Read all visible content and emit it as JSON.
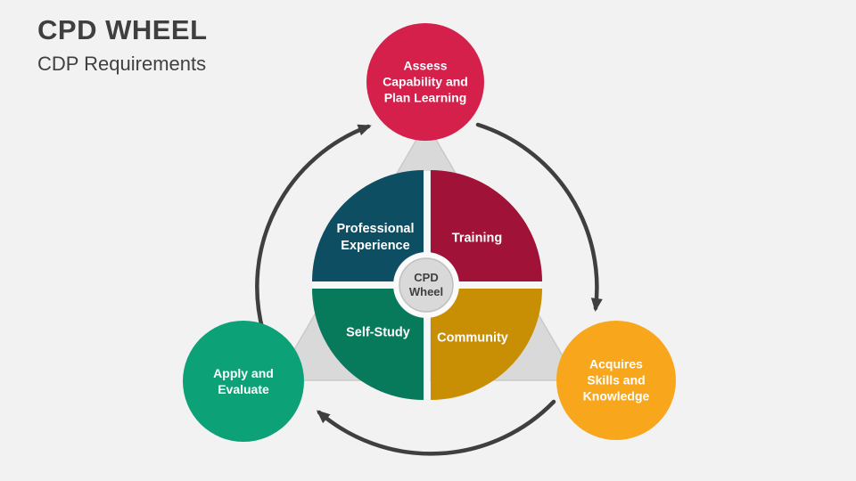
{
  "header": {
    "title": "CPD WHEEL",
    "subtitle": "CDP Requirements"
  },
  "wheel": {
    "center_label": "CPD\nWheel",
    "quadrants": [
      {
        "name": "professional-experience",
        "label": "Professional\nExperience",
        "color": "#0e4e63"
      },
      {
        "name": "training",
        "label": "Training",
        "color": "#a01238"
      },
      {
        "name": "self-study",
        "label": "Self-Study",
        "color": "#087a5c"
      },
      {
        "name": "community",
        "label": "Community",
        "color": "#c98f04"
      }
    ]
  },
  "stages": [
    {
      "name": "assess",
      "label": "Assess\nCapability and\nPlan Learning",
      "color": "#d4204a"
    },
    {
      "name": "acquires-skills",
      "label": "Acquires\nSkills and\nKnowledge",
      "color": "#f8a71c"
    },
    {
      "name": "apply-evaluate",
      "label": "Apply and\nEvaluate",
      "color": "#0da177"
    }
  ],
  "style": {
    "background": "#f2f2f2",
    "arrow_color": "#3f3f3f",
    "triangle_color": "#d9d9d9",
    "triangle_edge": "#c9c9c9",
    "hub_fill": "#d9d9d9",
    "hub_edge": "#bfbfbf",
    "text_color": "#404040",
    "flow_direction": "clockwise"
  }
}
